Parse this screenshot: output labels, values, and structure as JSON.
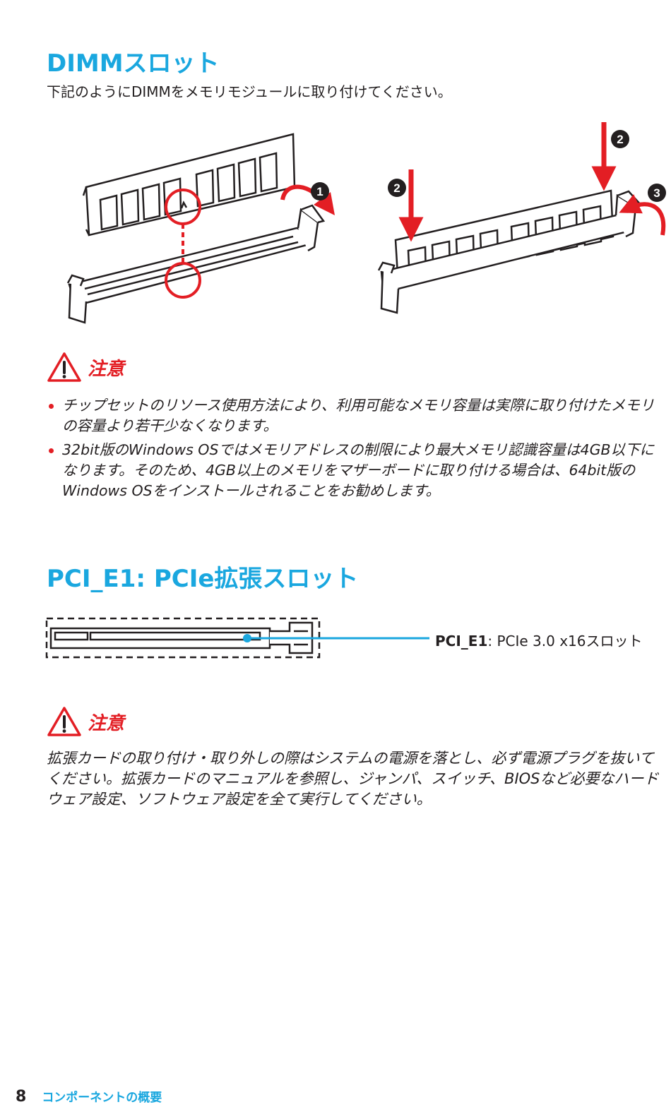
{
  "dimm": {
    "title": "DIMMスロット",
    "intro": "下記のようにDIMMをメモリモジュールに取り付けてください。",
    "steps": {
      "step1": "1",
      "step2a": "2",
      "step2b": "2",
      "step3": "3"
    }
  },
  "caution1": {
    "label": "注意",
    "items": [
      "チップセットのリソース使用方法により、利用可能なメモリ容量は実際に取り付けたメモリの容量より若干少なくなります。",
      "32bit版のWindows OSではメモリアドレスの制限により最大メモリ認識容量は4GB以下になります。そのため、4GB以上のメモリをマザーボードに取り付ける場合は、64bit版のWindows OSをインストールされることをお勧めします。"
    ]
  },
  "pcie": {
    "title": "PCI_E1: PCIe拡張スロット",
    "slot_name": "PCI_E1",
    "slot_desc": ": PCIe 3.0 x16スロット"
  },
  "caution2": {
    "label": "注意",
    "text": "拡張カードの取り付け・取り外しの際はシステムの電源を落とし、必ず電源プラグを抜いてください。拡張カードのマニュアルを参照し、ジャンパ、スイッチ、BIOSなど必要なハードウェア設定、ソフトウェア設定を全て実行してください。"
  },
  "footer": {
    "page_number": "8",
    "section": "コンポーネントの概要"
  },
  "colors": {
    "accent": "#1aa7df",
    "warning": "#e31e24",
    "text": "#231f20"
  }
}
